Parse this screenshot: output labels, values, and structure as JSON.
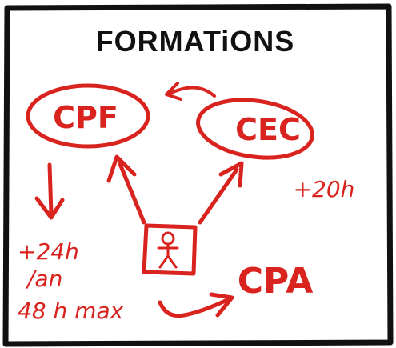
{
  "title": "FORMATiONS",
  "nodes": {
    "cpf": "CPF",
    "cec": "CEC",
    "cpa": "CPA"
  },
  "notes": {
    "cec_hours": "+20h",
    "cpf_hours_line1": "+24h",
    "cpf_hours_line2": "/an",
    "cpf_hours_line3": "48 h max"
  },
  "icons": {
    "person_box": "person-in-box-icon"
  },
  "colors": {
    "ink": "#111111",
    "accent": "#d9231f",
    "background": "#ffffff"
  }
}
